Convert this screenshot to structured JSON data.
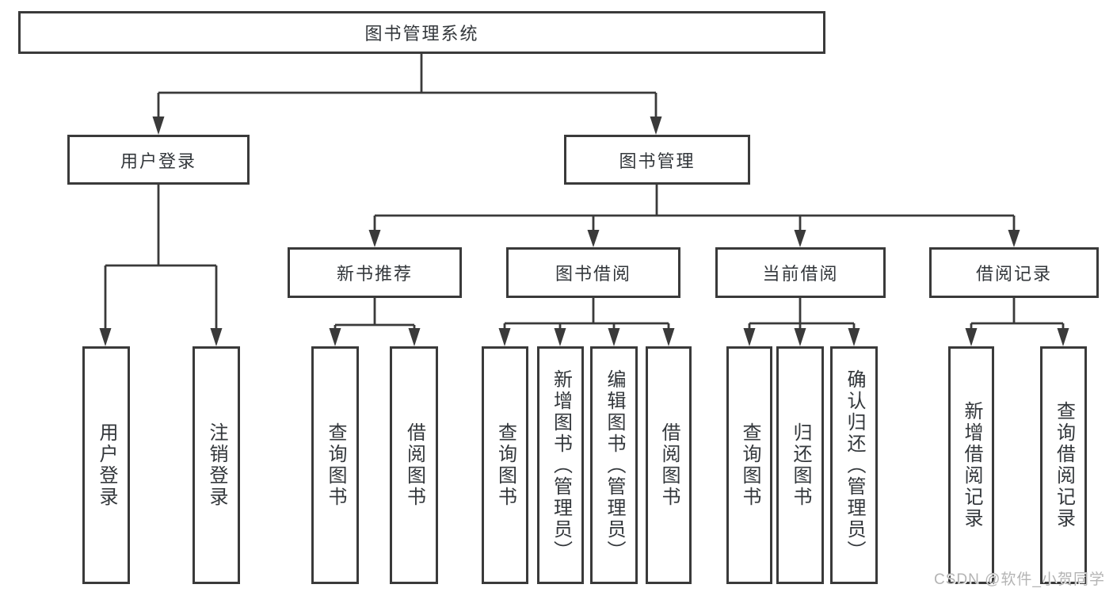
{
  "nodes": {
    "root": {
      "label": "图书管理系统"
    },
    "user_login": {
      "label": "用户登录"
    },
    "book_mgmt": {
      "label": "图书管理"
    },
    "new_book": {
      "label": "新书推荐"
    },
    "book_borrow": {
      "label": "图书借阅"
    },
    "current_borrow": {
      "label": "当前借阅"
    },
    "borrow_record": {
      "label": "借阅记录"
    },
    "ul_user_login": {
      "label": "用户登录"
    },
    "ul_logout": {
      "label": "注销登录"
    },
    "nb_query_book": {
      "label": "查询图书"
    },
    "nb_borrow_book": {
      "label": "借阅图书"
    },
    "bb_query_book": {
      "label": "查询图书"
    },
    "bb_add_book": {
      "label": "新增图书（管理员）"
    },
    "bb_edit_book": {
      "label": "编辑图书（管理员）"
    },
    "bb_borrow_book": {
      "label": "借阅图书"
    },
    "cb_query_book": {
      "label": "查询图书"
    },
    "cb_return_book": {
      "label": "归还图书"
    },
    "cb_confirm_return": {
      "label": "确认归还（管理员）"
    },
    "br_add_record": {
      "label": "新增借阅记录"
    },
    "br_query_record": {
      "label": "查询借阅记录"
    }
  },
  "hierarchy": {
    "root": [
      "user_login",
      "book_mgmt"
    ],
    "user_login": [
      "ul_user_login",
      "ul_logout"
    ],
    "book_mgmt": [
      "new_book",
      "book_borrow",
      "current_borrow",
      "borrow_record"
    ],
    "new_book": [
      "nb_query_book",
      "nb_borrow_book"
    ],
    "book_borrow": [
      "bb_query_book",
      "bb_add_book",
      "bb_edit_book",
      "bb_borrow_book"
    ],
    "current_borrow": [
      "cb_query_book",
      "cb_return_book",
      "cb_confirm_return"
    ],
    "borrow_record": [
      "br_add_record",
      "br_query_record"
    ]
  },
  "watermark": {
    "text": "CSDN @软件_小贺同学"
  },
  "colors": {
    "line": "#3a3a3a",
    "text": "#33373b",
    "background": "#ffffff",
    "watermark": "#b4b4b4"
  }
}
